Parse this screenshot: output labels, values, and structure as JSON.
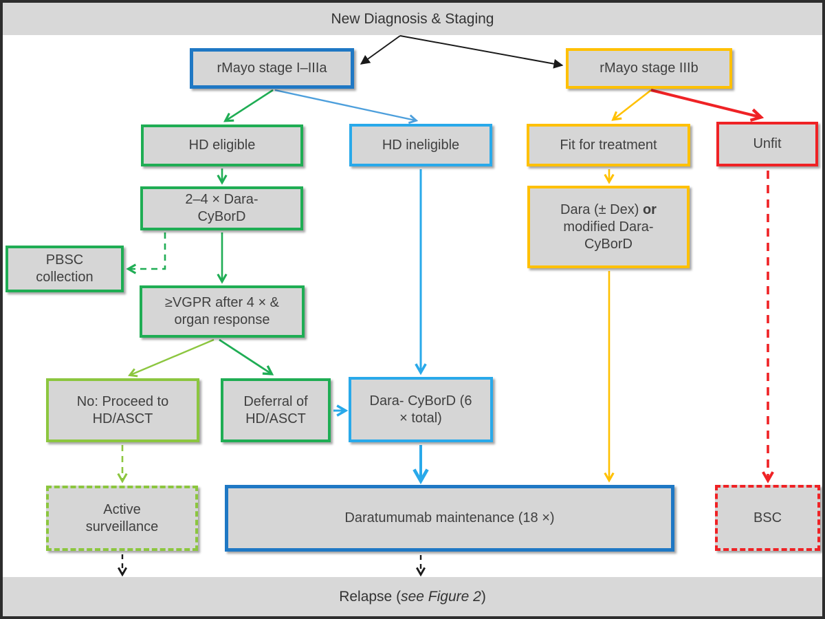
{
  "banners": {
    "title": "New Diagnosis & Staging",
    "relapse_prefix": "Relapse (",
    "relapse_italic": "see Figure 2",
    "relapse_suffix": ")"
  },
  "nodes": {
    "stage_1_3a": "rMayo stage I–IIIa",
    "stage_3b": "rMayo stage IIIb",
    "hd_eligible": "HD eligible",
    "hd_ineligible": "HD ineligible",
    "fit_for_treatment": "Fit for treatment",
    "unfit": "Unfit",
    "dara_2_4": "2–4 × Dara-CyBorD",
    "pbsc": "PBSC collection",
    "vgpr": "≥VGPR after 4 × & organ response",
    "no_proceed": "No: Proceed to HD/ASCT",
    "deferral": "Deferral of HD/ASCT",
    "dara_6": "Dara- CyBorD (6 × total)",
    "dara_dex_pre": "Dara (± Dex) ",
    "dara_dex_bold": "or",
    "dara_dex_post": " modified Dara-CyBorD",
    "active_surveillance": "Active surveillance",
    "maintenance": "Daratumumab maintenance (18 ×)",
    "bsc": "BSC"
  },
  "colors": {
    "stage1a_border": "#1f78c4",
    "hd_ineligible_border": "#29a9ea",
    "green_path": "#1fad54",
    "light_green_path": "#8cc63f",
    "stage3b_border": "#ffc000",
    "unfit_border": "#ef2225",
    "diagonal_blue_arrow": "#4d9fdc",
    "box_fill": "#d6d6d6",
    "banner_fill": "#d8d8d8",
    "arrow_black": "#1a1a1a"
  }
}
